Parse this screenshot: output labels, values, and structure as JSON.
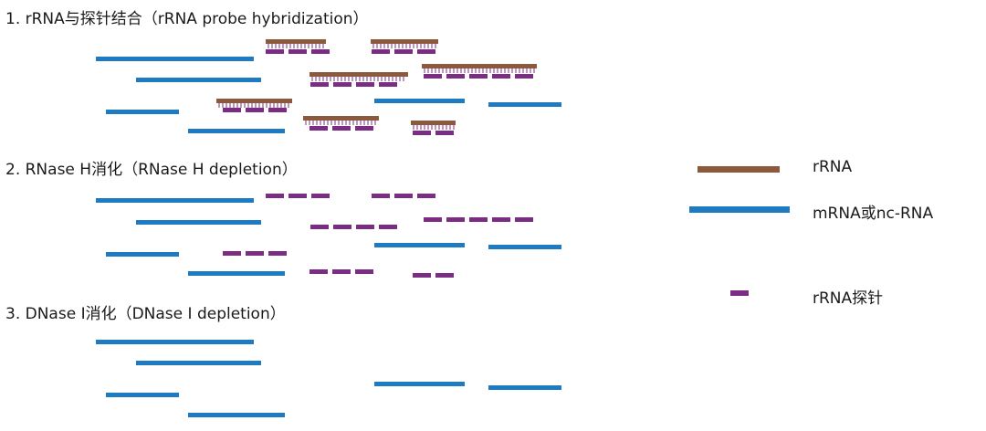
{
  "steps": [
    {
      "title": "1. rRNA与探针结合（rRNA  probe hybridization）"
    },
    {
      "title": "2. RNase H消化（RNase H depletion）"
    },
    {
      "title": "3. DNase I消化（DNase I depletion）"
    }
  ],
  "legend": {
    "rrna": "rRNA",
    "mrna": "mRNA或nc-RNA",
    "probe": "rRNA探针"
  },
  "colors": {
    "rrna": "#8B5A3C",
    "mrna": "#1F7BC1",
    "probe": "#7B2C83"
  }
}
